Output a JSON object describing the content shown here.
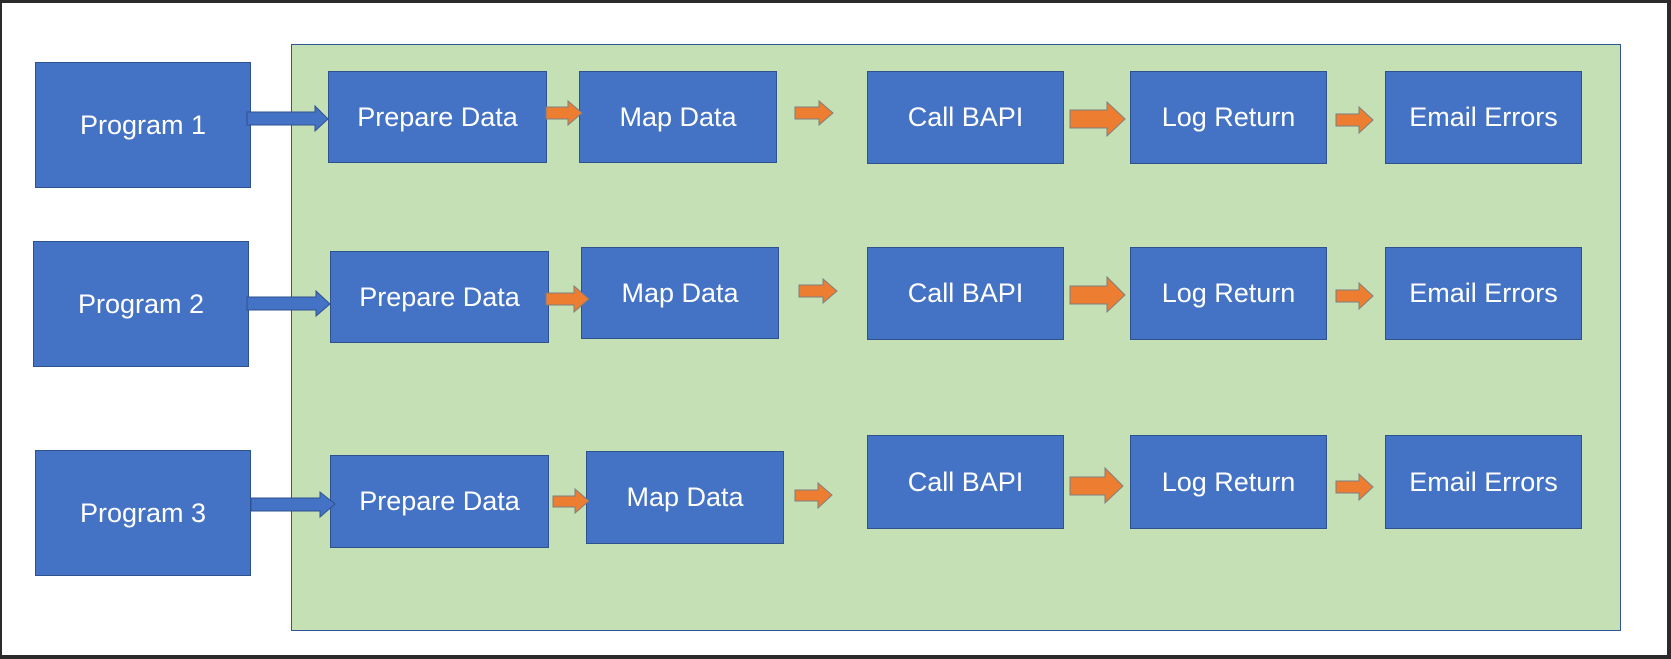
{
  "colors": {
    "box_fill": "#4472c4",
    "box_border": "#2f528f",
    "panel_fill": "#c5e0b4",
    "panel_border": "#2f5597",
    "orange_arrow": "#ed7d31",
    "blue_arrow": "#4472c4"
  },
  "programs": [
    {
      "label": "Program 1"
    },
    {
      "label": "Program 2"
    },
    {
      "label": "Program 3"
    }
  ],
  "rows": [
    {
      "steps": [
        "Prepare Data",
        "Map Data",
        "Call BAPI",
        "Log Return",
        "Email Errors"
      ]
    },
    {
      "steps": [
        "Prepare Data",
        "Map Data",
        "Call BAPI",
        "Log Return",
        "Email Errors"
      ]
    },
    {
      "steps": [
        "Prepare Data",
        "Map Data",
        "Call BAPI",
        "Log Return",
        "Email Errors"
      ]
    }
  ]
}
